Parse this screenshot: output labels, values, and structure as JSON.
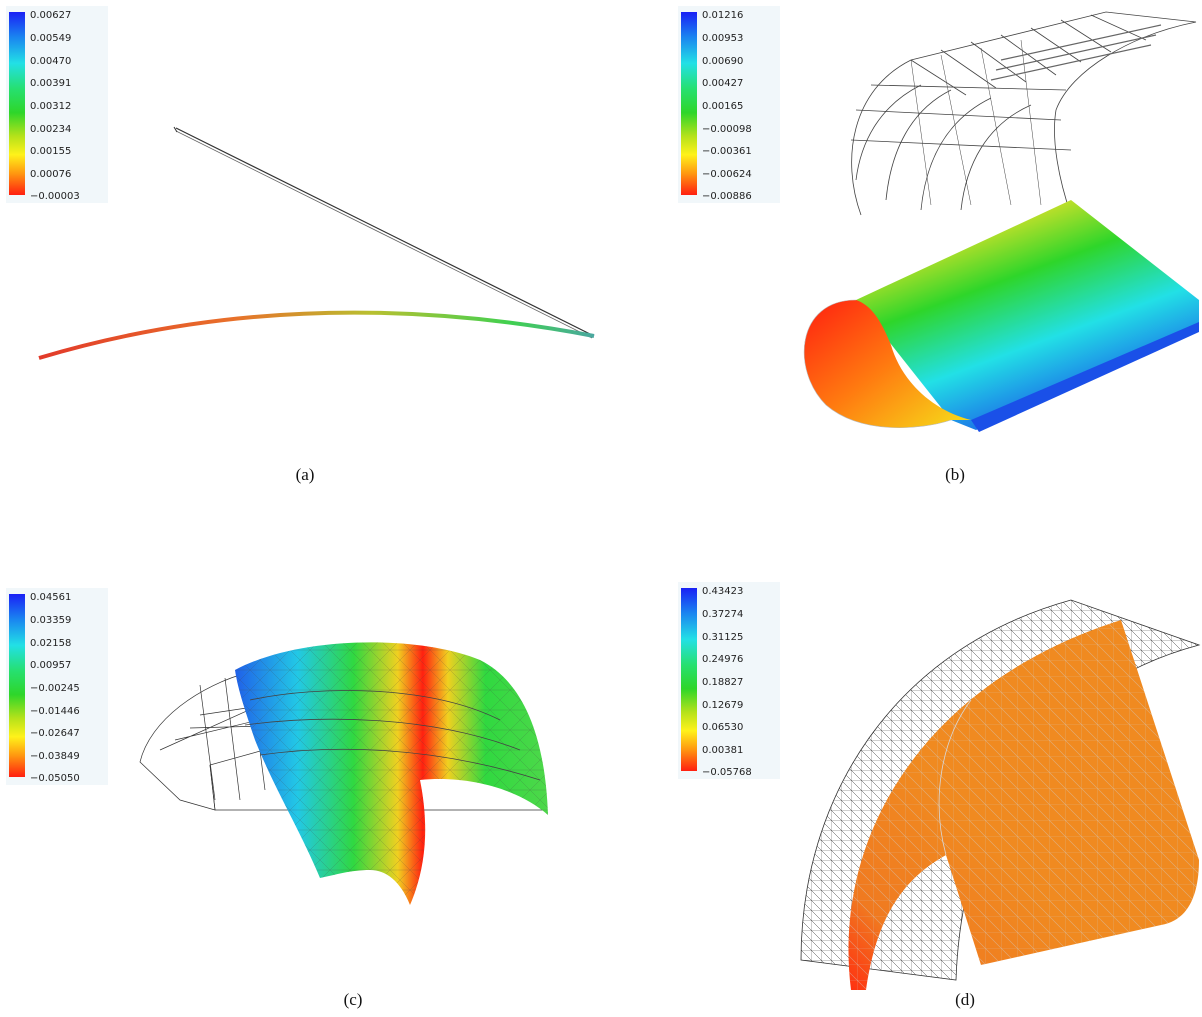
{
  "panels": [
    {
      "caption": "(a)",
      "legend": [
        "0.00627",
        "0.00549",
        "0.00470",
        "0.00391",
        "0.00312",
        "0.00234",
        "0.00155",
        "0.00076",
        "−0.00003"
      ]
    },
    {
      "caption": "(b)",
      "legend": [
        "0.01216",
        "0.00953",
        "0.00690",
        "0.00427",
        "0.00165",
        "−0.00098",
        "−0.00361",
        "−0.00624",
        "−0.00886"
      ]
    },
    {
      "caption": "(c)",
      "legend": [
        "0.04561",
        "0.03359",
        "0.02158",
        "0.00957",
        "−0.00245",
        "−0.01446",
        "−0.02647",
        "−0.03849",
        "−0.05050"
      ]
    },
    {
      "caption": "(d)",
      "legend": [
        "0.43423",
        "0.37274",
        "0.31125",
        "0.24976",
        "0.18827",
        "0.12679",
        "0.06530",
        "0.00381",
        "−0.05768"
      ]
    }
  ],
  "colors": {
    "scale_top": "#1a20f5",
    "scale_bottom": "#ff1f10",
    "mesh": "#333333",
    "legend_bg": "#f1f7fa"
  }
}
